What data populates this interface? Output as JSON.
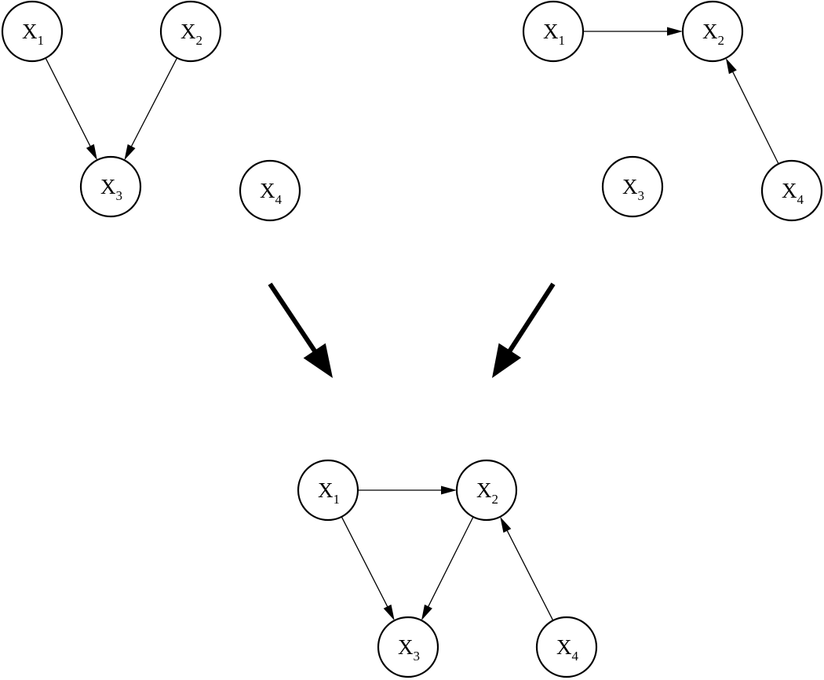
{
  "graphs": [
    {
      "id": "top-left",
      "nodes": [
        {
          "id": "x1",
          "base": "X",
          "sub": "1"
        },
        {
          "id": "x2",
          "base": "X",
          "sub": "2"
        },
        {
          "id": "x3",
          "base": "X",
          "sub": "3"
        },
        {
          "id": "x4",
          "base": "X",
          "sub": "4"
        }
      ],
      "edges": [
        {
          "from": "x1",
          "to": "x3"
        },
        {
          "from": "x2",
          "to": "x3"
        }
      ]
    },
    {
      "id": "top-right",
      "nodes": [
        {
          "id": "x1",
          "base": "X",
          "sub": "1"
        },
        {
          "id": "x2",
          "base": "X",
          "sub": "2"
        },
        {
          "id": "x3",
          "base": "X",
          "sub": "3"
        },
        {
          "id": "x4",
          "base": "X",
          "sub": "4"
        }
      ],
      "edges": [
        {
          "from": "x1",
          "to": "x2"
        },
        {
          "from": "x4",
          "to": "x2"
        }
      ]
    },
    {
      "id": "bottom",
      "nodes": [
        {
          "id": "x1",
          "base": "X",
          "sub": "1"
        },
        {
          "id": "x2",
          "base": "X",
          "sub": "2"
        },
        {
          "id": "x3",
          "base": "X",
          "sub": "3"
        },
        {
          "id": "x4",
          "base": "X",
          "sub": "4"
        }
      ],
      "edges": [
        {
          "from": "x1",
          "to": "x2"
        },
        {
          "from": "x1",
          "to": "x3"
        },
        {
          "from": "x2",
          "to": "x3"
        },
        {
          "from": "x4",
          "to": "x2"
        }
      ]
    }
  ],
  "merge_arrows": [
    {
      "from": "top-left",
      "to": "bottom"
    },
    {
      "from": "top-right",
      "to": "bottom"
    }
  ]
}
